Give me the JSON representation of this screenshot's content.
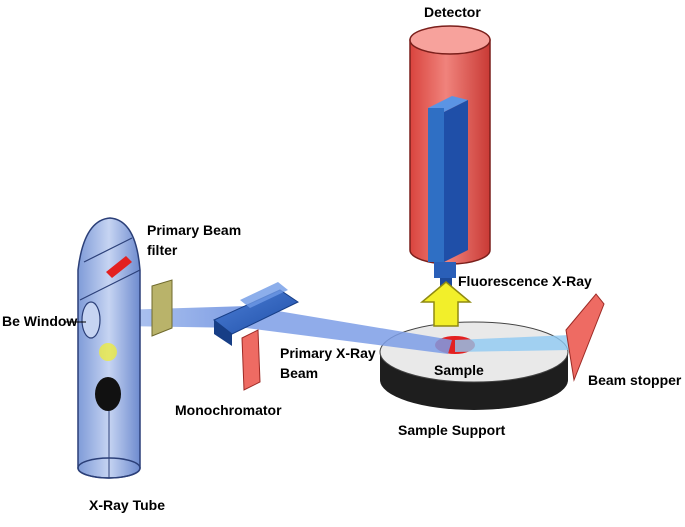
{
  "labels": {
    "detector": "Detector",
    "primary_beam_filter_line1": "Primary Beam",
    "primary_beam_filter_line2": "filter",
    "be_window": "Be Window",
    "fluorescence_xray": "Fluorescence X-Ray",
    "primary_xray_line1": "Primary X-Ray",
    "primary_xray_line2": "Beam",
    "sample": "Sample",
    "beam_stopper": "Beam stopper",
    "monochromator": "Monochromator",
    "sample_support": "Sample Support",
    "xray_tube": "X-Ray Tube"
  },
  "colors": {
    "detector_body": "#e8605a",
    "detector_top": "#f7a29c",
    "detector_crystal": "#2f6fc4",
    "tube_body": "#9fb6e6",
    "beam": "#7d9ee6",
    "fluorescence_arrow": "#f2ef2a",
    "sample_spot": "#e32020",
    "stopper": "#ee6b63",
    "filter": "#b9b36a",
    "support_top": "#e9e9e9",
    "support_side": "#1e1e1e"
  }
}
